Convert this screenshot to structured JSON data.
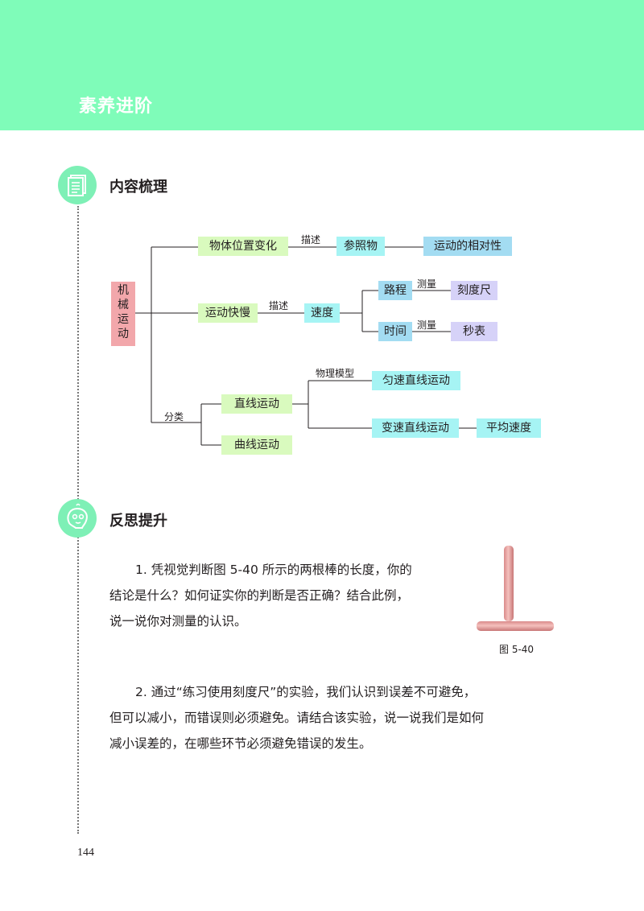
{
  "banner": {
    "title": "素养进阶",
    "color": "#7ffcb9"
  },
  "section1": {
    "title": "内容梳理",
    "icon": "document-icon"
  },
  "section2": {
    "title": "反思提升",
    "icon": "thinking-face-icon"
  },
  "map": {
    "root": [
      "机",
      "械",
      "运",
      "动"
    ],
    "n1": "物体位置变化",
    "n1_label": "描述",
    "n1_ref": "参照物",
    "n1_rel": "运动的相对性",
    "n2": "运动快慢",
    "n2_label": "描述",
    "n2_speed": "速度",
    "n2_path": "路程",
    "n2_path_label": "测量",
    "n2_ruler": "刻度尺",
    "n2_time": "时间",
    "n2_time_label": "测量",
    "n2_watch": "秒表",
    "n3_label": "分类",
    "n3_straight": "直线运动",
    "n3_curve": "曲线运动",
    "n3_model_label": "物理模型",
    "n3_uniform": "匀速直线运动",
    "n3_variable": "变速直线运动",
    "n3_avg": "平均速度"
  },
  "q1": {
    "line1": "1. 凭视觉判断图 5-40 所示的两根棒的长度，你的",
    "line2": "结论是什么？如何证实你的判断是否正确？结合此例，",
    "line3": "说一说你对测量的认识。"
  },
  "figure": {
    "caption": "图 5-40",
    "rod_color": "#e8a0a0"
  },
  "q2": {
    "line1": "2. 通过“练习使用刻度尺”的实验，我们认识到误差不可避免，",
    "line2": "但可以减小，而错误则必须避免。请结合该实验，说一说我们是如何",
    "line3": "减小误差的，在哪些环节必须避免错误的发生。"
  },
  "page_number": "144"
}
